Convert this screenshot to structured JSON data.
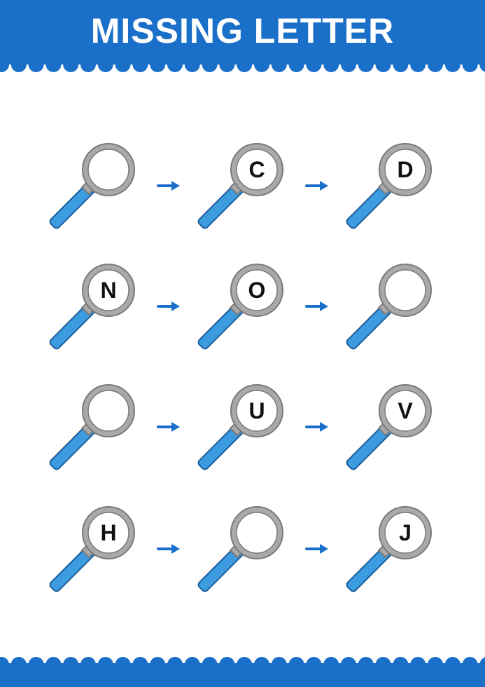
{
  "title": "MISSING LETTER",
  "colors": {
    "banner": "#1a6fc9",
    "handle": "#3d9be0",
    "handle_outline": "#1d5f9c",
    "lens_frame": "#a9a9a9",
    "lens_outline": "#7a7a7a",
    "lens_glass": "#ffffff",
    "arrow": "#1a6fc9",
    "letter": "#111111"
  },
  "icons": {
    "magnifier": "magnifying-glass-icon",
    "arrow": "arrow-right-icon"
  },
  "rows": [
    {
      "cells": [
        {
          "letter": ""
        },
        {
          "letter": "C"
        },
        {
          "letter": "D"
        }
      ]
    },
    {
      "cells": [
        {
          "letter": "N"
        },
        {
          "letter": "O"
        },
        {
          "letter": ""
        }
      ]
    },
    {
      "cells": [
        {
          "letter": ""
        },
        {
          "letter": "U"
        },
        {
          "letter": "V"
        }
      ]
    },
    {
      "cells": [
        {
          "letter": "H"
        },
        {
          "letter": ""
        },
        {
          "letter": "J"
        }
      ]
    }
  ]
}
